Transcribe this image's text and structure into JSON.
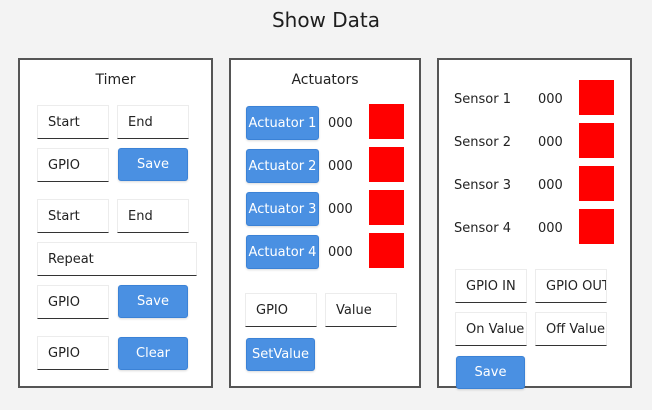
{
  "title": "Show Data",
  "colors": {
    "accent": "#4a90e2",
    "indicator": "#ff0000"
  },
  "timer": {
    "title": "Timer",
    "row1": {
      "start": "Start",
      "end": "End"
    },
    "row2": {
      "gpio": "GPIO",
      "save": "Save"
    },
    "row3": {
      "start": "Start",
      "end": "End"
    },
    "repeat": "Repeat",
    "row5": {
      "gpio": "GPIO",
      "save": "Save"
    },
    "row6": {
      "gpio": "GPIO",
      "clear": "Clear"
    }
  },
  "actuators": {
    "title": "Actuators",
    "items": [
      {
        "label": "Actuator 1",
        "value": "000"
      },
      {
        "label": "Actuator 2",
        "value": "000"
      },
      {
        "label": "Actuator 3",
        "value": "000"
      },
      {
        "label": "Actuator 4",
        "value": "000"
      }
    ],
    "gpio": "GPIO",
    "value": "Value",
    "set_value": "SetValue"
  },
  "sensors": {
    "items": [
      {
        "label": "Sensor 1",
        "value": "000"
      },
      {
        "label": "Sensor 2",
        "value": "000"
      },
      {
        "label": "Sensor 3",
        "value": "000"
      },
      {
        "label": "Sensor 4",
        "value": "000"
      }
    ],
    "gpio_in": "GPIO IN",
    "gpio_out": "GPIO OUT",
    "on_value": "On Value",
    "off_value": "Off Value",
    "save": "Save"
  }
}
